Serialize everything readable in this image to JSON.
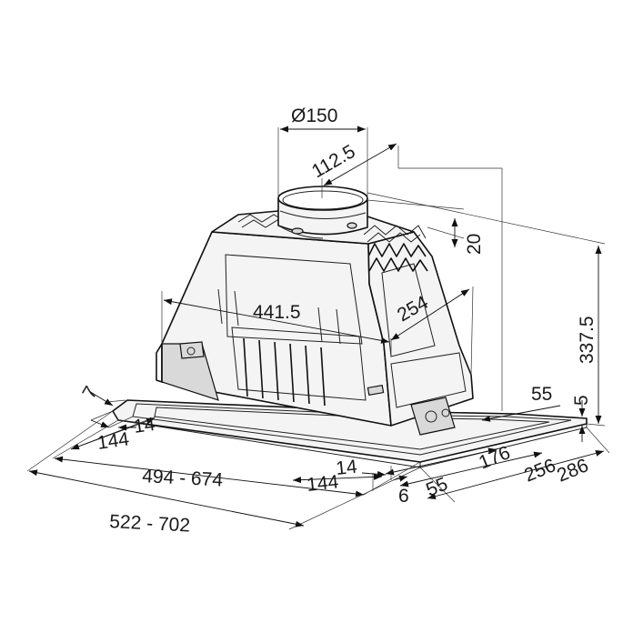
{
  "drawing": {
    "dimensions": {
      "duct_diameter": "Ø150",
      "duct_offset": "112.5",
      "duct_height": "20",
      "total_height": "337.5",
      "body_width": "441.5",
      "body_depth": "254",
      "frame_thickness": "5",
      "rear_offset": "55",
      "depth_176": "176",
      "depth_256": "256",
      "depth_286": "286",
      "front_offset": "55",
      "small_6": "6",
      "left_7": "7",
      "left_14": "14",
      "left_144": "144",
      "front_14": "14",
      "front_144": "144",
      "width_range_inner": "494 - 674",
      "width_range_outer": "522 - 702"
    }
  }
}
